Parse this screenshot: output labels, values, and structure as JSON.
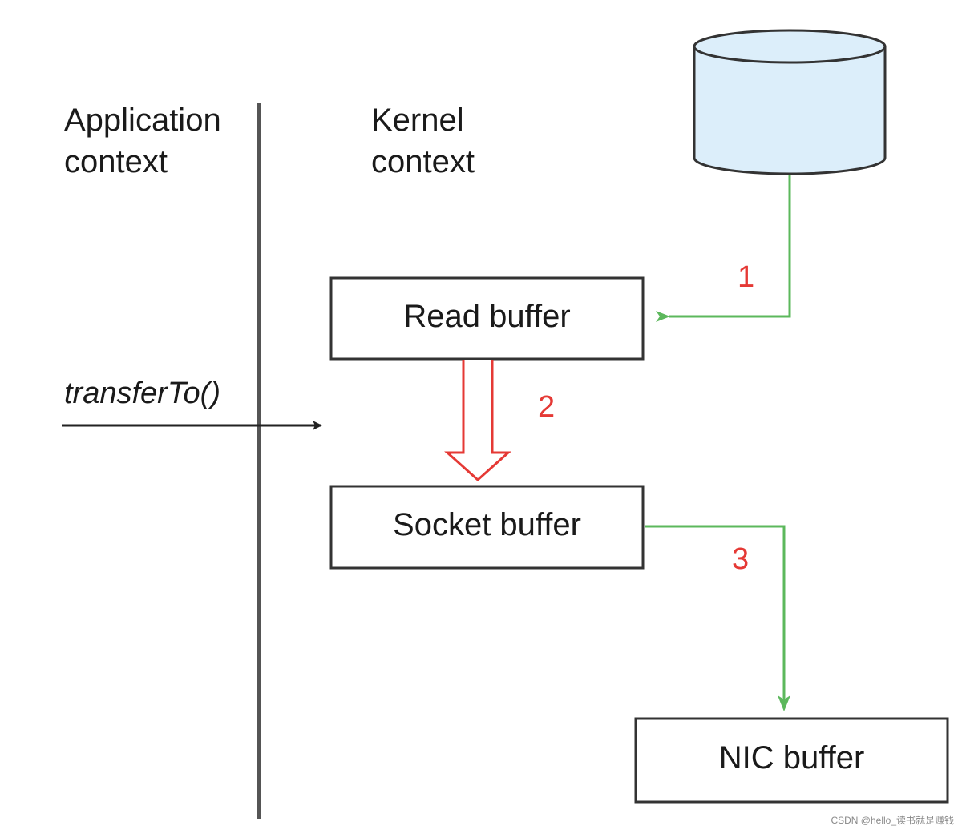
{
  "contexts": {
    "application": [
      "Application",
      "context"
    ],
    "kernel": [
      "Kernel",
      "context"
    ]
  },
  "method_call": "transferTo()",
  "buffers": {
    "read": "Read buffer",
    "socket": "Socket buffer",
    "nic": "NIC buffer"
  },
  "steps": [
    "1",
    "2",
    "3"
  ],
  "colors": {
    "disk_fill": "#dceefa",
    "green_arrow": "#5cb85c",
    "red_arrow": "#e53935",
    "line": "#444444"
  },
  "icons": {
    "storage": "disk-cylinder-icon"
  },
  "watermark": "CSDN @hello_读书就是赚钱"
}
